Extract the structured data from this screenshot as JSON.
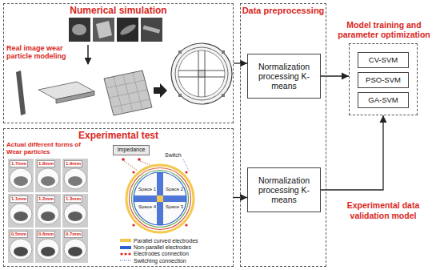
{
  "diagram": {
    "nodes": [
      {
        "text": [
          "Numerical simulation"
        ]
      },
      {
        "text": [
          "Experimental test"
        ]
      },
      {
        "text": [
          "Impedance"
        ],
        "in": 1
      },
      {
        "text": [
          "Data preprocessing"
        ]
      },
      {
        "text": [
          "Normalization processing K-means"
        ],
        "in": 3
      },
      {
        "text": [
          "Normalization processing K-means"
        ],
        "in": 3
      },
      {
        "text": [
          "Model training and parameter optimization"
        ]
      },
      {
        "text": [
          "CV-SVM"
        ],
        "in": 6
      },
      {
        "text": [
          "PSO-SVM"
        ],
        "in": 6
      },
      {
        "text": [
          "GA-SVM"
        ],
        "in": 6
      }
    ],
    "edges": [
      {
        "from": 0,
        "to": 4,
        "arrow": "to"
      },
      {
        "from": 1,
        "to": 5,
        "arrow": "to"
      },
      {
        "from": 4,
        "to": 6,
        "arrow": "to"
      },
      {
        "from": 5,
        "to": 6,
        "arrow": "to",
        "label": "Experimental data validation model"
      }
    ],
    "labels": [
      "Real image wear particle modeling",
      "Actual different forms of Wear particles",
      "1.7mm",
      "1.8mm",
      "1.9mm",
      "1.1mm",
      "1.2mm",
      "1.3mm",
      "0.5mm",
      "0.6mm",
      "0.7mm",
      "Switch",
      "Space 1",
      "Space 2",
      "Space 4",
      "Space 3"
    ],
    "legend": [
      {
        "text": "Parallel curved electrodes",
        "color": "#f2c94c"
      },
      {
        "text": "Non-parallel electrodes",
        "color": "#2f5fd0"
      },
      {
        "text": "Electrodes connection"
      },
      {
        "text": "Switching connection"
      }
    ]
  }
}
